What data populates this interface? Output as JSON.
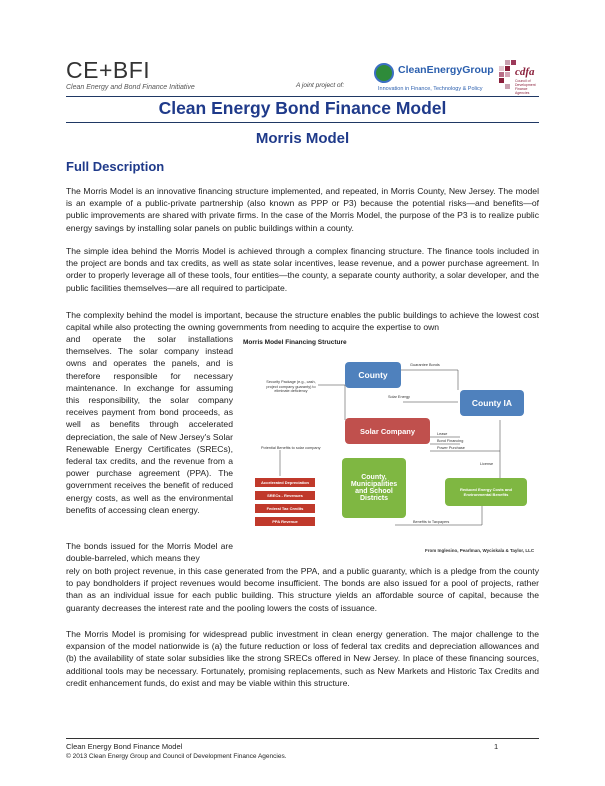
{
  "header": {
    "logo_text": "CE+BFI",
    "logo_subtitle": "Clean Energy and Bond Finance Initiative",
    "joint_label": "A joint project of:",
    "ceg_name": "CleanEnergyGroup",
    "ceg_tagline": "Innovation in Finance, Technology & Policy",
    "cdfa_name": "cdfa",
    "cdfa_small": "Council of Development Finance Agencies"
  },
  "document": {
    "title": "Clean Energy Bond Finance Model",
    "subtitle": "Morris Model",
    "section_heading": "Full Description",
    "paragraphs": [
      "The Morris Model is an innovative financing structure implemented, and repeated, in Morris County, New Jersey. The model is an example of a public-private partnership (also known as PPP or P3) because the potential risks—and benefits—of public improvements are shared with private firms. In the case of the Morris Model, the purpose of the P3 is to realize public energy savings by installing solar panels on public buildings within a county.",
      "The simple idea behind the Morris Model is achieved through a complex financing structure. The finance tools included in the project are bonds and tax credits, as well as state solar incentives, lease revenue, and a power purchase agreement. In order to properly leverage all of these tools, four entities—the county, a separate county authority, a solar developer, and the public facilities themselves—are all required to participate.",
      "The complexity behind the model is important, because the structure enables the public buildings to achieve the lowest cost capital while also protecting the owning governments from needing to acquire the expertise to own"
    ],
    "wrap_paragraph": "and operate the solar installations themselves. The solar company instead owns and operates the panels, and is therefore responsible for necessary maintenance. In exchange for assuming this responsibility, the solar company receives payment from bond proceeds, as well as benefits through accelerated depreciation, the sale of New Jersey's Solar Renewable Energy Certificates (SRECs), federal tax credits, and the revenue from a power purchase agreement (PPA). The government receives the benefit of reduced energy costs, as well as the environmental benefits of accessing clean energy.",
    "bonds_paragraph_start": "The bonds issued for the Morris Model are double-barreled, which means they",
    "bonds_paragraph_rest": "rely on both project revenue, in this case generated from the PPA, and a public guaranty, which is a pledge from the county to pay bondholders if project revenues would become insufficient. The bonds are also issued for a pool of projects, rather than as an individual issue for each public building. This structure yields an affordable source of capital, because the guaranty decreases the interest rate and the pooling lowers the costs of issuance.",
    "closing_paragraph": "The Morris Model is promising for widespread public investment in clean energy generation. The major challenge to the expansion of the model nationwide is (a) the future reduction or loss of federal tax credits and depreciation allowances and (b) the availability of state solar subsidies like the strong SRECs offered in New Jersey. In place of these financing sources, additional tools may be necessary. Fortunately, promising replacements, such as New Markets and Historic Tax Credits and credit enhancement funds, do exist and may be viable within this structure."
  },
  "figure": {
    "title": "Morris Model Financing Structure",
    "credit": "From Inglesino, Pearlman, Wyciskala & Taylor, LLC",
    "boxes": {
      "county": "County",
      "county_ia": "County IA",
      "solar_company": "Solar Company",
      "public": "County, Municipalities and School Districts"
    },
    "labels": {
      "guarantee_bonds": "Guarantee Bonds",
      "security_package": "Security Package (e.g., cash, project company guaranty) to eliminate deficiency",
      "solar_energy": "Solar Energy",
      "lease": "Lease",
      "bond_financing": "Bond Financing",
      "power_purchase": "Power Purchase",
      "potential_benefits": "Potential Benefits to solar company",
      "license": "License",
      "benefits_to_taxpayers": "Benefits to Taxpayers",
      "reduced_costs": "Reduced Energy Costs and Environmental Benefits"
    },
    "benefit_bars": [
      "Accelerated Depreciation",
      "SRECs - Revenues",
      "Federal Tax Credits",
      "PPA Revenue"
    ],
    "colors": {
      "blue": "#4f81bd",
      "red": "#c0504d",
      "green": "#7fb742",
      "dark_red": "#c0392b"
    }
  },
  "footer": {
    "doc_name": "Clean Energy Bond Finance Model",
    "page_number": "1",
    "copyright": "© 2013 Clean Energy Group and Council of Development Finance Agencies."
  }
}
